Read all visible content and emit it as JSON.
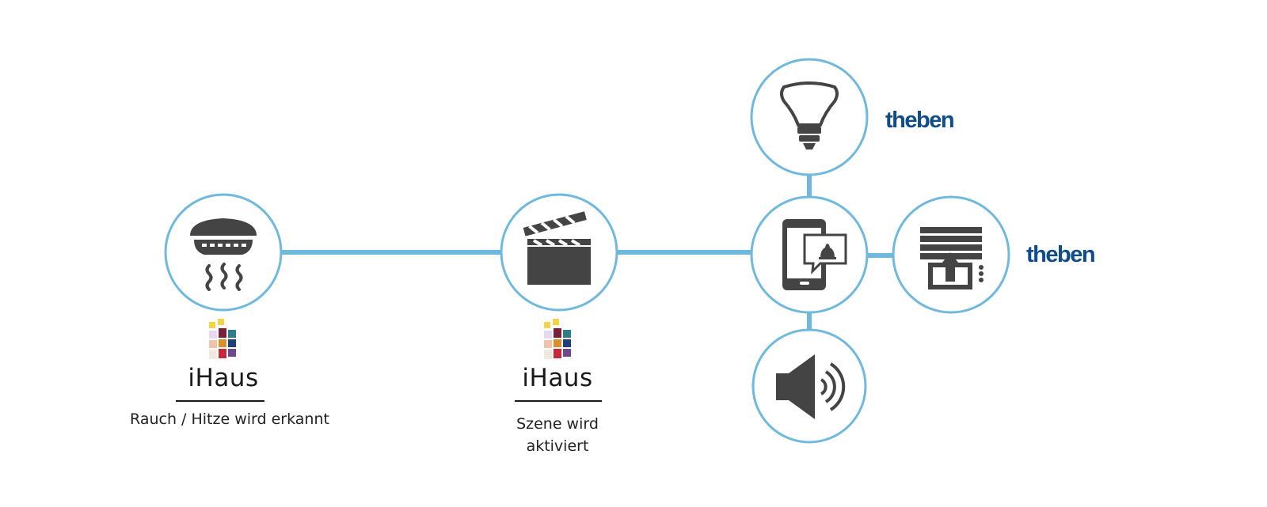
{
  "colors": {
    "connector": "#6fb8de",
    "node_border": "#6fb8de",
    "icon_fill": "#444444",
    "theben_blue": "#0f4c8a"
  },
  "nodes": {
    "smoke": {
      "icon": "smoke-detector-icon"
    },
    "scene": {
      "icon": "clapperboard-icon"
    },
    "phone": {
      "icon": "phone-notification-icon"
    },
    "light": {
      "icon": "light-bulb-icon"
    },
    "blinds": {
      "icon": "blinds-up-icon"
    },
    "speaker": {
      "icon": "speaker-sound-icon"
    }
  },
  "labels": {
    "left_brand": "iHaus",
    "left_caption": "Rauch / Hitze wird erkannt",
    "mid_brand": "iHaus",
    "mid_caption_line1": "Szene wird",
    "mid_caption_line2": "aktiviert",
    "theben_top": "theben",
    "theben_right": "theben"
  }
}
